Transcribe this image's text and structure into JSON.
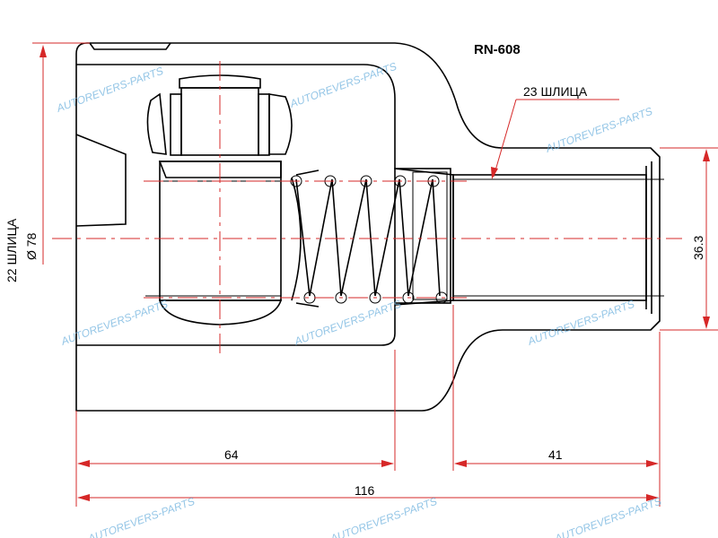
{
  "title": "RN-608",
  "callouts": {
    "outer_splines": "23 ШЛИЦА",
    "inner_splines": "22 ШЛИЦА",
    "diameter": "Ø 78"
  },
  "dimensions": {
    "housing_depth": "64",
    "shaft_length": "41",
    "total_length": "116",
    "shaft_diameter": "36.3"
  },
  "watermark": "AUTOREVERS-PARTS",
  "colors": {
    "dimension": "#d62828",
    "outline": "#000000",
    "watermark": "#6fb2de"
  }
}
